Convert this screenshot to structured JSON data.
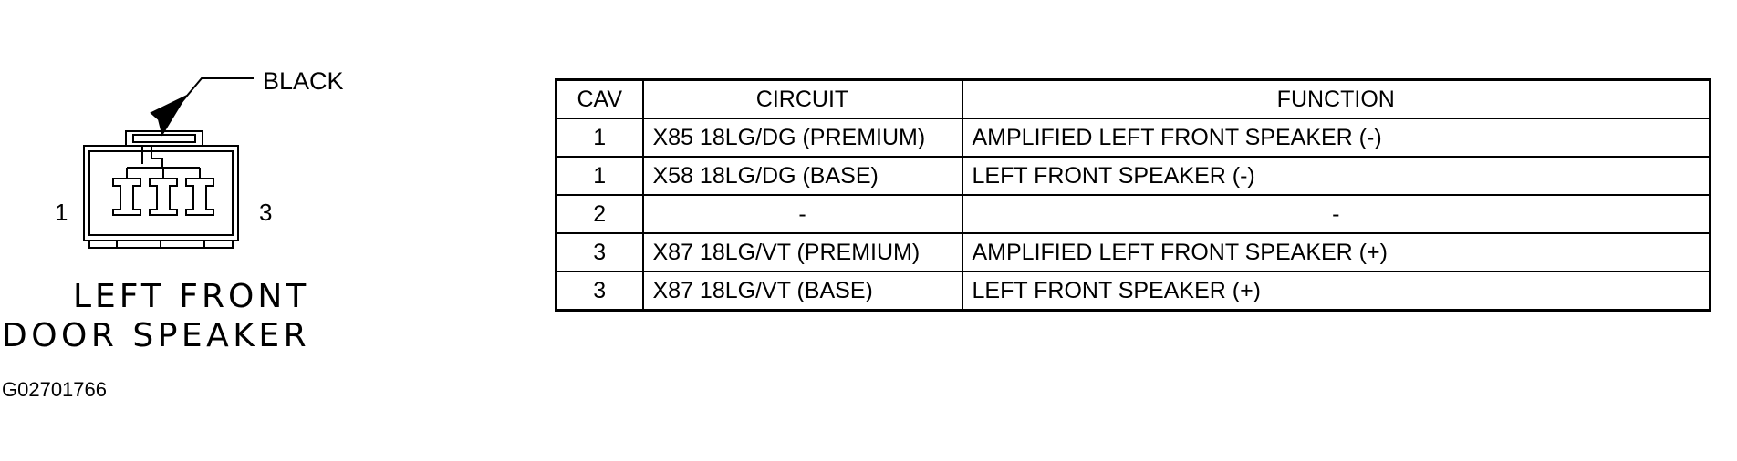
{
  "connector": {
    "color_label": "BLACK",
    "pin_left_label": "1",
    "pin_right_label": "3",
    "caption_line1": "LEFT FRONT",
    "caption_line2": "DOOR SPEAKER",
    "image_id": "G02701766"
  },
  "table": {
    "headers": [
      "CAV",
      "CIRCUIT",
      "FUNCTION"
    ],
    "rows": [
      {
        "cav": "1",
        "circuit": "X85 18LG/DG (PREMIUM)",
        "function": "AMPLIFIED LEFT FRONT SPEAKER (-)"
      },
      {
        "cav": "1",
        "circuit": "X58 18LG/DG (BASE)",
        "function": "LEFT FRONT SPEAKER (-)"
      },
      {
        "cav": "2",
        "circuit": "-",
        "function": "-"
      },
      {
        "cav": "3",
        "circuit": "X87 18LG/VT (PREMIUM)",
        "function": "AMPLIFIED LEFT FRONT SPEAKER (+)"
      },
      {
        "cav": "3",
        "circuit": "X87 18LG/VT (BASE)",
        "function": "LEFT FRONT SPEAKER (+)"
      }
    ]
  }
}
